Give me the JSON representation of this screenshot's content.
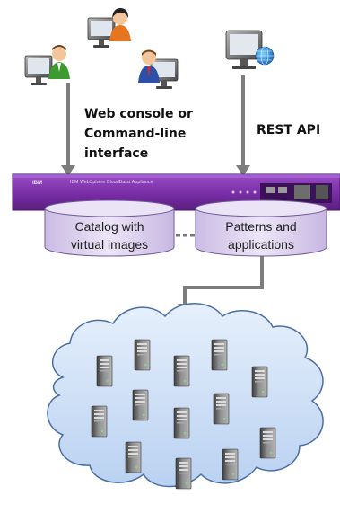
{
  "labels": {
    "console": "Web console or\nCommand-line\ninterface",
    "rest": "REST API",
    "catalog": "Catalog with\nvirtual images",
    "patterns": "Patterns and\napplications"
  },
  "appliance": {
    "title": "IBM WebSphere CloudBurst Appliance",
    "logo": "IBM"
  },
  "colors": {
    "appliance_purple": "#7b2fa8",
    "cylinder_fill": "#dcd1ee",
    "cylinder_stroke": "#6f5a96",
    "cloud_fill": "#cfe0f7",
    "cloud_stroke": "#4a6ea3",
    "arrow_gray": "#7d7d7d"
  },
  "icons": {
    "user_workstation": "user-at-computer-icon",
    "api_workstation": "computer-with-globe-icon",
    "server": "server-tower-icon"
  }
}
